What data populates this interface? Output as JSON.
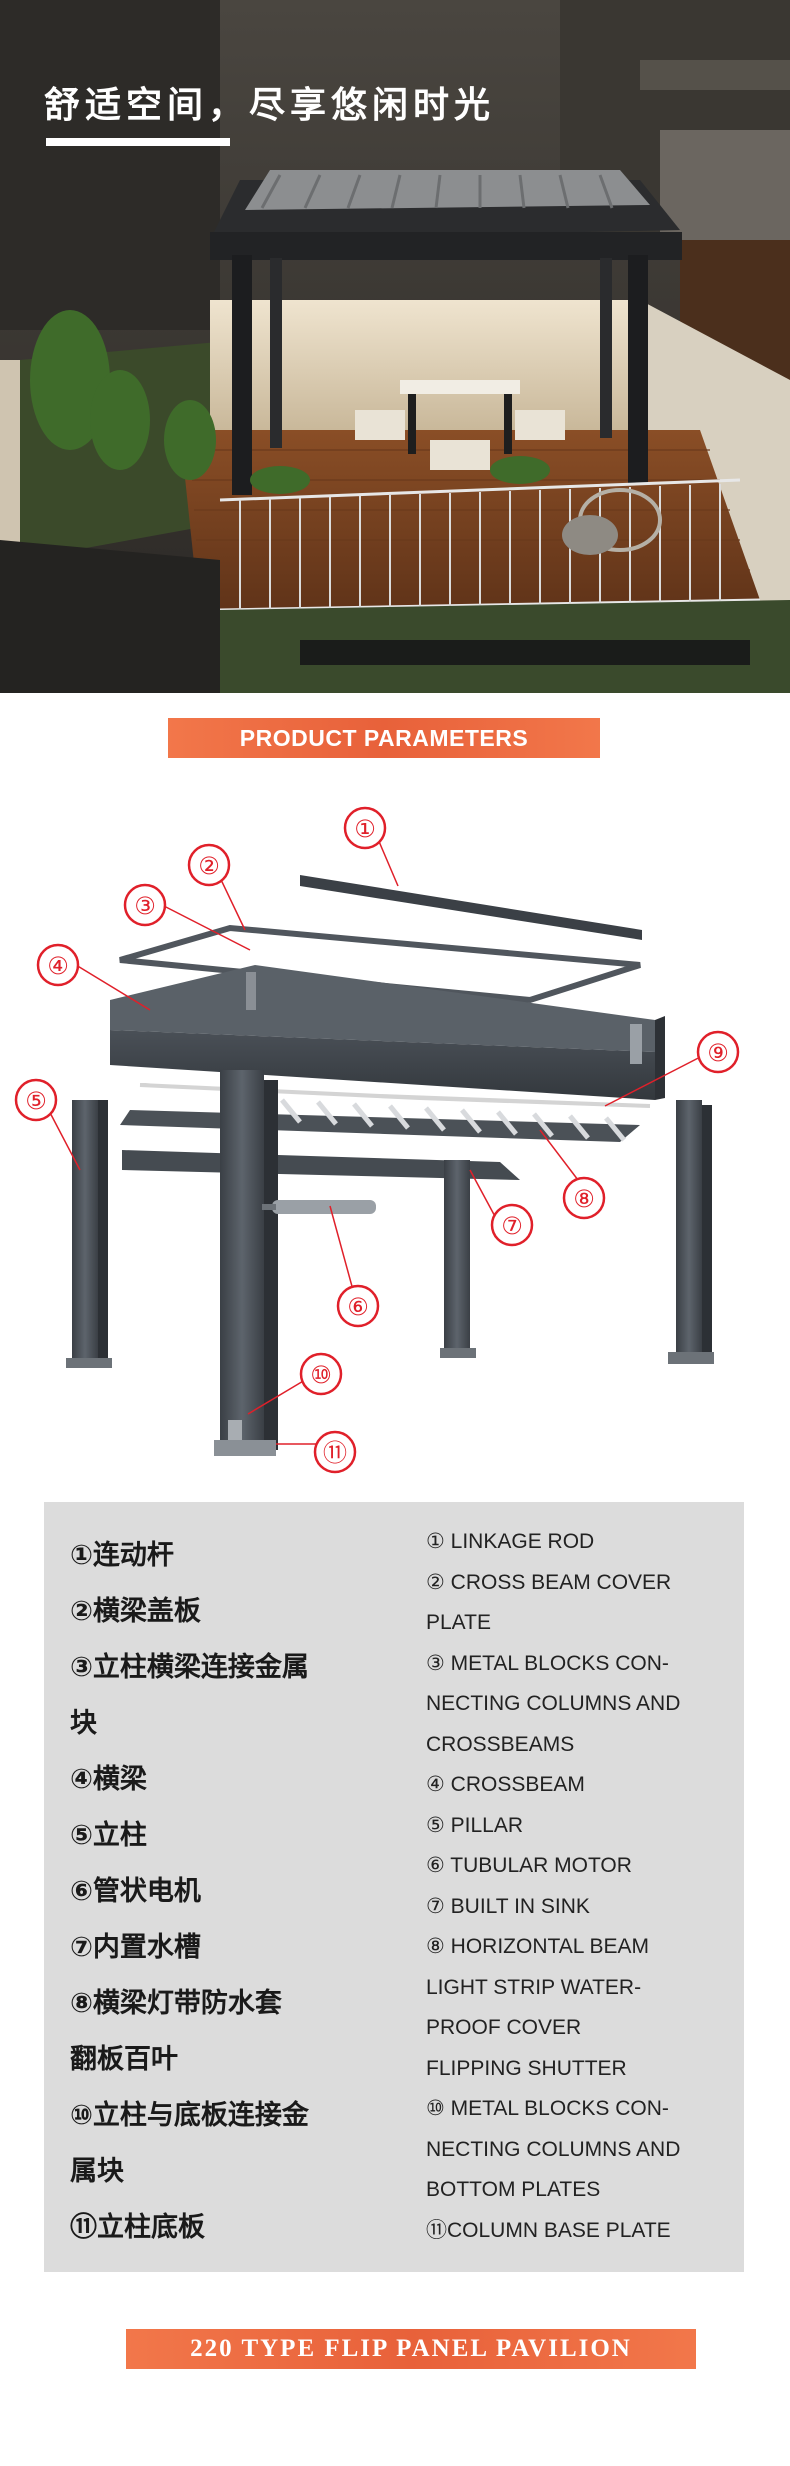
{
  "hero": {
    "title": "舒适空间，尽享悠闲时光"
  },
  "params_banner": "PRODUCT PARAMETERS",
  "diagram": {
    "callouts": [
      "①",
      "②",
      "③",
      "④",
      "⑤",
      "⑥",
      "⑦",
      "⑧",
      "⑨",
      "⑩",
      "⑪"
    ]
  },
  "cn_items": [
    "①连动杆",
    "②横梁盖板",
    "③立柱横梁连接金属",
    "块",
    "④横梁",
    "⑤立柱",
    "⑥管状电机",
    "⑦内置水槽",
    "⑧横梁灯带防水套",
    "翻板百叶",
    "⑩立柱与底板连接金",
    "属块",
    "⑪立柱底板"
  ],
  "en_items": [
    "① LINKAGE ROD",
    "② CROSS BEAM COVER",
    "PLATE",
    "③ METAL BLOCKS CON-",
    "NECTING COLUMNS AND",
    "CROSSBEAMS",
    "④ CROSSBEAM",
    "⑤ PILLAR",
    "⑥ TUBULAR MOTOR",
    "⑦ BUILT IN SINK",
    "⑧ HORIZONTAL BEAM",
    "LIGHT STRIP WATER-",
    "PROOF COVER",
    "FLIPPING SHUTTER",
    "⑩ METAL BLOCKS CON-",
    "NECTING COLUMNS AND",
    "BOTTOM PLATES",
    "⑪COLUMN BASE PLATE"
  ],
  "bottom_banner": "220 TYPE FLIP PANEL PAVILION"
}
